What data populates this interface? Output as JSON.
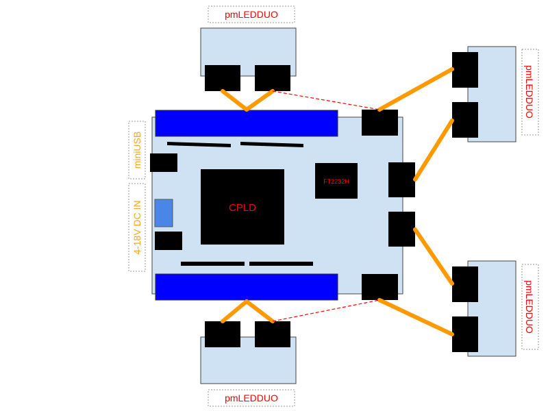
{
  "labels": {
    "top_module": "pmLEDDUO",
    "bottom_module": "pmLEDDUO",
    "right_top_module": "pmLEDDUO",
    "right_bottom_module": "pmLEDDUO",
    "minusb": "miniUSB",
    "dc_in": "4-18V DC IN",
    "cpld": "CPLD",
    "ft": "FT2232H"
  },
  "colors": {
    "board": "#cfe2f3",
    "header": "#0000ff",
    "chip": "#000000",
    "wire": "#ff9900",
    "dashed": "#ff0000",
    "usb_port": "#4a86e8",
    "label_red": "#ff0000",
    "label_orange": "#f5a623"
  }
}
